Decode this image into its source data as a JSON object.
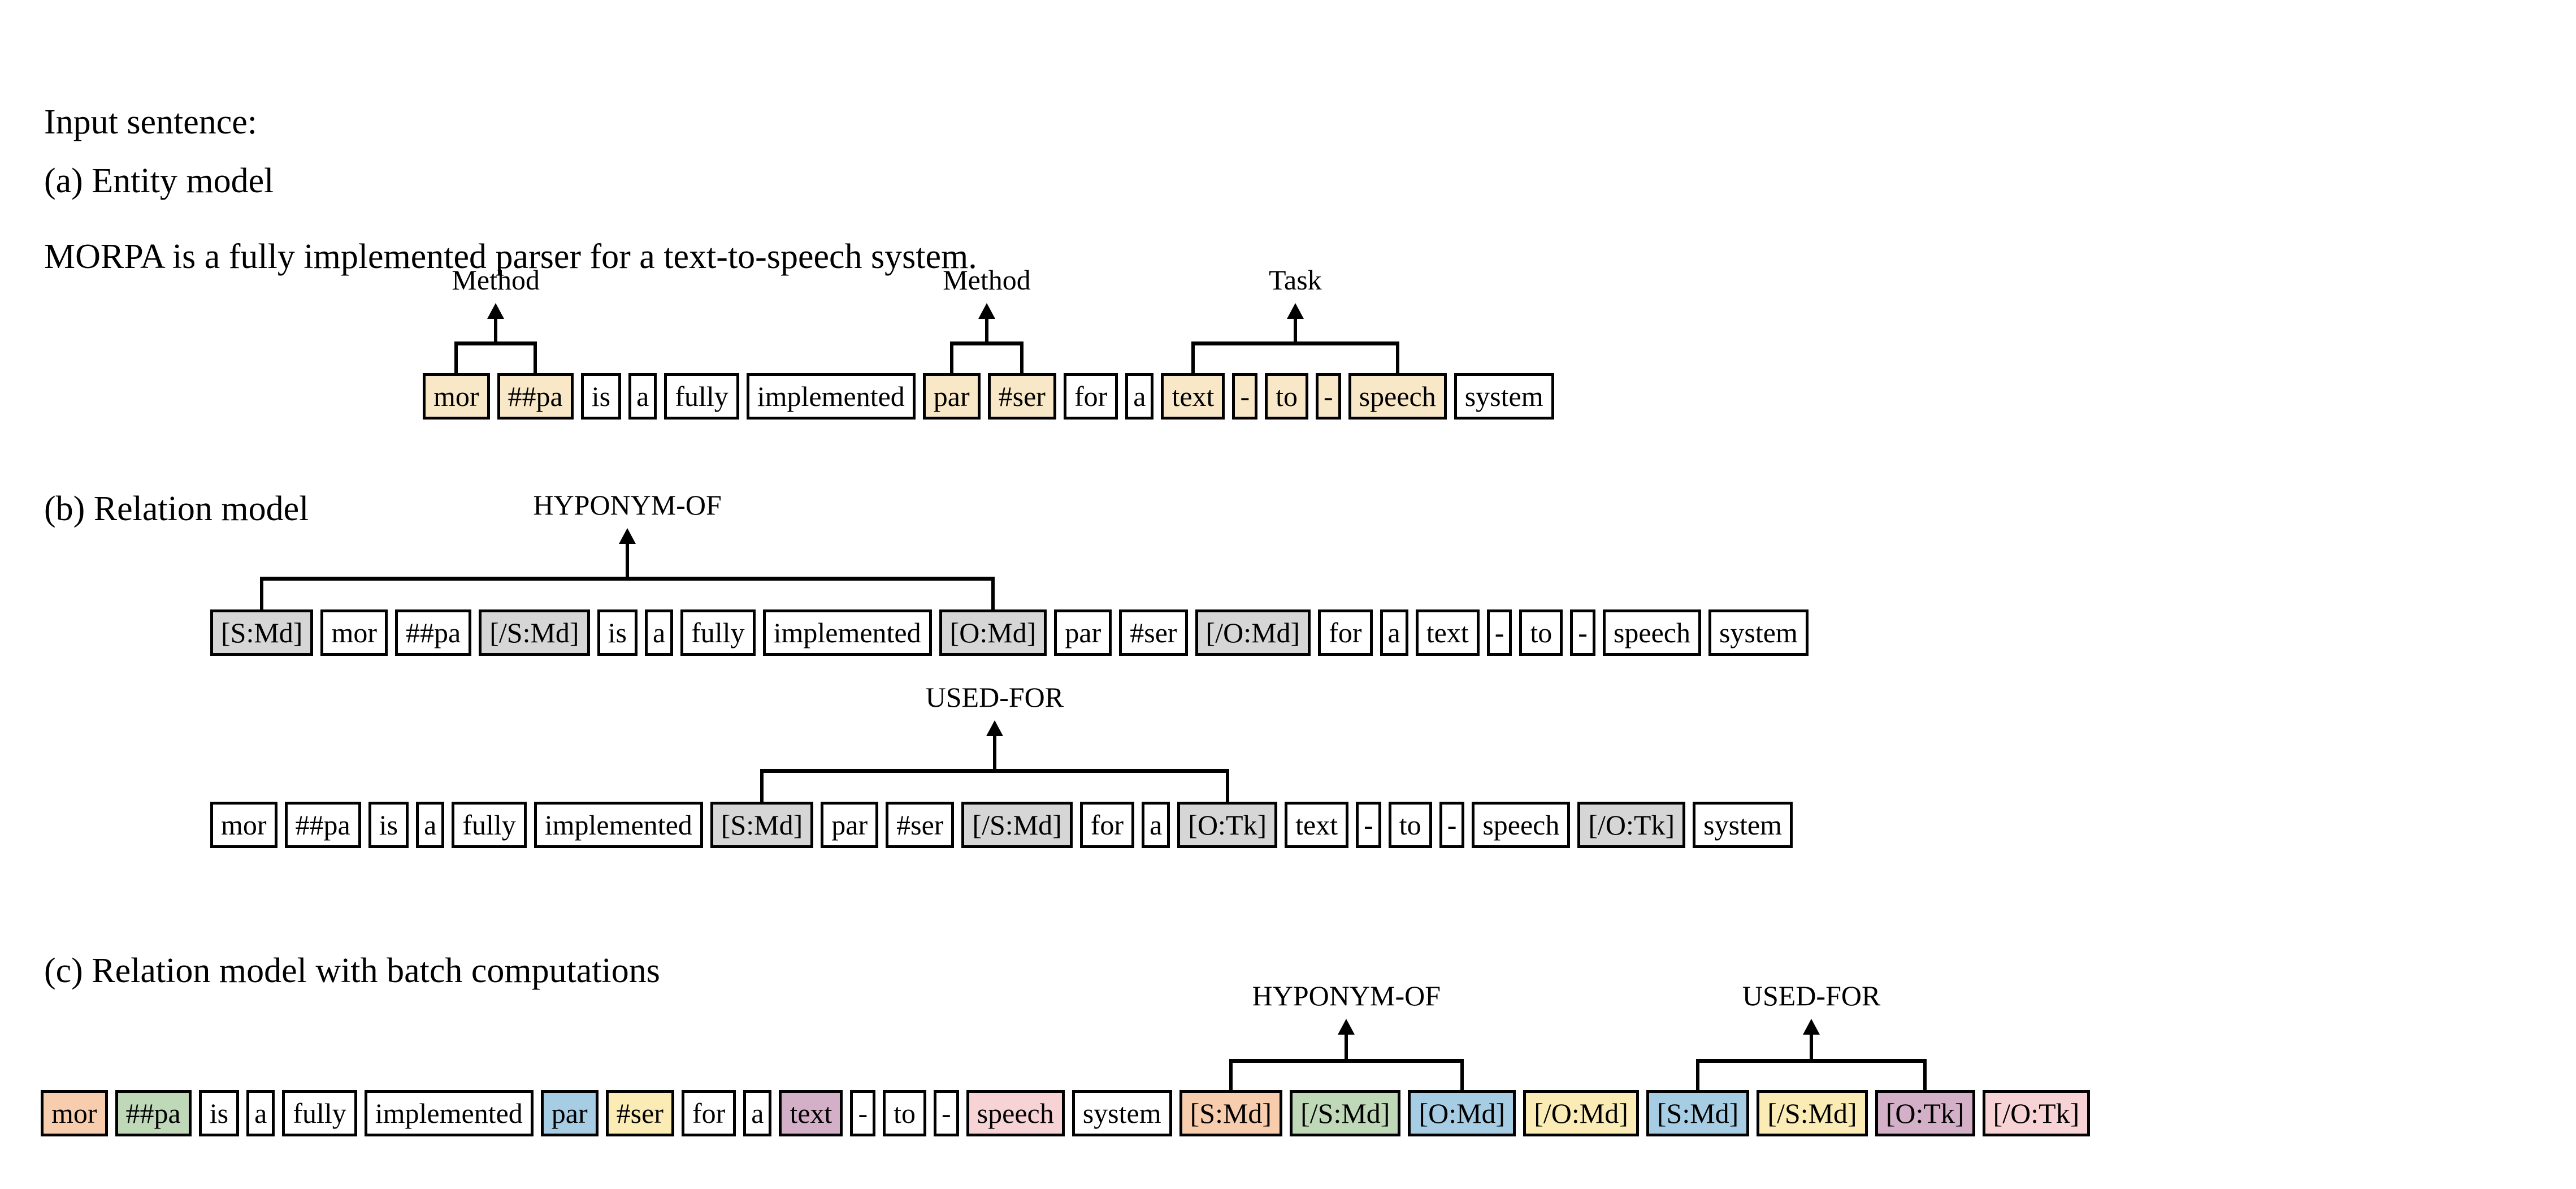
{
  "intro": {
    "label": "Input sentence:",
    "sentence": "MORPA is a fully implemented parser for a text-to-speech system."
  },
  "sections": {
    "a": "(a) Entity model",
    "b": "(b) Relation model",
    "c": "(c) Relation model with batch computations"
  },
  "colors": {
    "entity_fill": "#f8e8c8",
    "marker_fill": "#d6d6d6",
    "orange": "#f7cdad",
    "green": "#bfd8b8",
    "blue": "#a6cde4",
    "yellow": "#fbecb6",
    "purple": "#d4b0c8",
    "pink": "#f8d3d6",
    "box_border": "#000000",
    "background": "#ffffff"
  },
  "entity_model": {
    "tokens": [
      {
        "text": "mor",
        "style": "ent"
      },
      {
        "text": "##pa",
        "style": "ent"
      },
      {
        "text": "is",
        "style": "plain"
      },
      {
        "text": "a",
        "style": "plain"
      },
      {
        "text": "fully",
        "style": "plain"
      },
      {
        "text": "implemented",
        "style": "plain"
      },
      {
        "text": "par",
        "style": "ent"
      },
      {
        "text": "#ser",
        "style": "ent"
      },
      {
        "text": "for",
        "style": "plain"
      },
      {
        "text": "a",
        "style": "plain"
      },
      {
        "text": "text",
        "style": "ent"
      },
      {
        "text": "-",
        "style": "ent"
      },
      {
        "text": "to",
        "style": "ent"
      },
      {
        "text": "-",
        "style": "ent"
      },
      {
        "text": "speech",
        "style": "ent"
      },
      {
        "text": "system",
        "style": "plain"
      }
    ],
    "annotations": [
      {
        "label": "Method",
        "spans": [
          0,
          1
        ]
      },
      {
        "label": "Method",
        "spans": [
          6,
          7
        ]
      },
      {
        "label": "Task",
        "spans": [
          10,
          14
        ]
      }
    ]
  },
  "relation_model": {
    "rows": [
      {
        "label": "HYPONYM-OF",
        "link_indices": [
          0,
          8
        ],
        "tokens": [
          {
            "text": "[S:Md]",
            "style": "mark"
          },
          {
            "text": "mor",
            "style": "plain"
          },
          {
            "text": "##pa",
            "style": "plain"
          },
          {
            "text": "[/S:Md]",
            "style": "mark"
          },
          {
            "text": "is",
            "style": "plain"
          },
          {
            "text": "a",
            "style": "plain"
          },
          {
            "text": "fully",
            "style": "plain"
          },
          {
            "text": "implemented",
            "style": "plain"
          },
          {
            "text": "[O:Md]",
            "style": "mark"
          },
          {
            "text": "par",
            "style": "plain"
          },
          {
            "text": "#ser",
            "style": "plain"
          },
          {
            "text": "[/O:Md]",
            "style": "mark"
          },
          {
            "text": "for",
            "style": "plain"
          },
          {
            "text": "a",
            "style": "plain"
          },
          {
            "text": "text",
            "style": "plain"
          },
          {
            "text": "-",
            "style": "plain"
          },
          {
            "text": "to",
            "style": "plain"
          },
          {
            "text": "-",
            "style": "plain"
          },
          {
            "text": "speech",
            "style": "plain"
          },
          {
            "text": "system",
            "style": "plain"
          }
        ]
      },
      {
        "label": "USED-FOR",
        "link_indices": [
          6,
          12
        ],
        "tokens": [
          {
            "text": "mor",
            "style": "plain"
          },
          {
            "text": "##pa",
            "style": "plain"
          },
          {
            "text": "is",
            "style": "plain"
          },
          {
            "text": "a",
            "style": "plain"
          },
          {
            "text": "fully",
            "style": "plain"
          },
          {
            "text": "implemented",
            "style": "plain"
          },
          {
            "text": "[S:Md]",
            "style": "mark"
          },
          {
            "text": "par",
            "style": "plain"
          },
          {
            "text": "#ser",
            "style": "plain"
          },
          {
            "text": "[/S:Md]",
            "style": "mark"
          },
          {
            "text": "for",
            "style": "plain"
          },
          {
            "text": "a",
            "style": "plain"
          },
          {
            "text": "[O:Tk]",
            "style": "mark"
          },
          {
            "text": "text",
            "style": "plain"
          },
          {
            "text": "-",
            "style": "plain"
          },
          {
            "text": "to",
            "style": "plain"
          },
          {
            "text": "-",
            "style": "plain"
          },
          {
            "text": "speech",
            "style": "plain"
          },
          {
            "text": "[/O:Tk]",
            "style": "mark"
          },
          {
            "text": "system",
            "style": "plain"
          }
        ]
      }
    ]
  },
  "batch_model": {
    "tokens": [
      {
        "text": "mor",
        "style": "c-orange"
      },
      {
        "text": "##pa",
        "style": "c-green"
      },
      {
        "text": "is",
        "style": "plain"
      },
      {
        "text": "a",
        "style": "plain"
      },
      {
        "text": "fully",
        "style": "plain"
      },
      {
        "text": "implemented",
        "style": "plain"
      },
      {
        "text": "par",
        "style": "c-blue"
      },
      {
        "text": "#ser",
        "style": "c-yellow"
      },
      {
        "text": "for",
        "style": "plain"
      },
      {
        "text": "a",
        "style": "plain"
      },
      {
        "text": "text",
        "style": "c-purple"
      },
      {
        "text": "-",
        "style": "plain"
      },
      {
        "text": "to",
        "style": "plain"
      },
      {
        "text": "-",
        "style": "plain"
      },
      {
        "text": "speech",
        "style": "c-pink"
      },
      {
        "text": "system",
        "style": "plain"
      },
      {
        "text": "[S:Md]",
        "style": "c-orange"
      },
      {
        "text": "[/S:Md]",
        "style": "c-green"
      },
      {
        "text": "[O:Md]",
        "style": "c-blue"
      },
      {
        "text": "[/O:Md]",
        "style": "c-yellow"
      },
      {
        "text": "[S:Md]",
        "style": "c-blue"
      },
      {
        "text": "[/S:Md]",
        "style": "c-yellow"
      },
      {
        "text": "[O:Tk]",
        "style": "c-purple"
      },
      {
        "text": "[/O:Tk]",
        "style": "c-pink"
      }
    ],
    "annotations": [
      {
        "label": "HYPONYM-OF",
        "spans": [
          16,
          18
        ]
      },
      {
        "label": "USED-FOR",
        "spans": [
          20,
          22
        ]
      }
    ]
  }
}
